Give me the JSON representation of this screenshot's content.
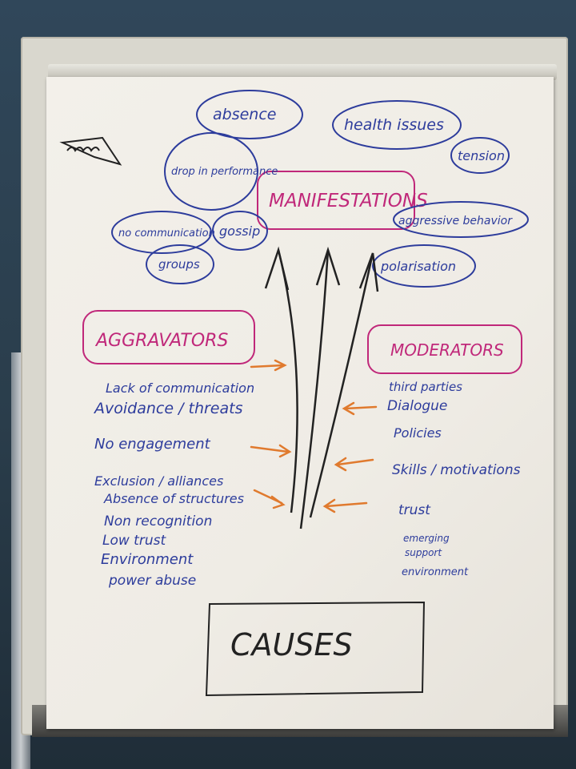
{
  "manifestations": {
    "title": "MANIFESTATIONS",
    "items": [
      "absence",
      "drop in performance",
      "health issues",
      "tension",
      "gossip",
      "aggressive behavior",
      "no communication",
      "groups",
      "polarisation"
    ]
  },
  "aggravators": {
    "title": "AGGRAVATORS",
    "items": [
      "Lack of communication",
      "Avoidance / threats",
      "No engagement",
      "Exclusion / alliances",
      "Absence of structures",
      "Non recognition",
      "Low trust",
      "Environment",
      "power abuse"
    ]
  },
  "moderators": {
    "title": "MODERATORS",
    "items": [
      "third parties",
      "Dialogue",
      "Policies",
      "Skills / motivations",
      "trust",
      "emerging",
      "support",
      "environment"
    ]
  },
  "causes": {
    "title": "CAUSES"
  },
  "colors": {
    "blue_marker": "#2d3c9c",
    "pink_marker": "#c0287a",
    "orange_marker": "#e07a2e",
    "black_marker": "#222222"
  }
}
